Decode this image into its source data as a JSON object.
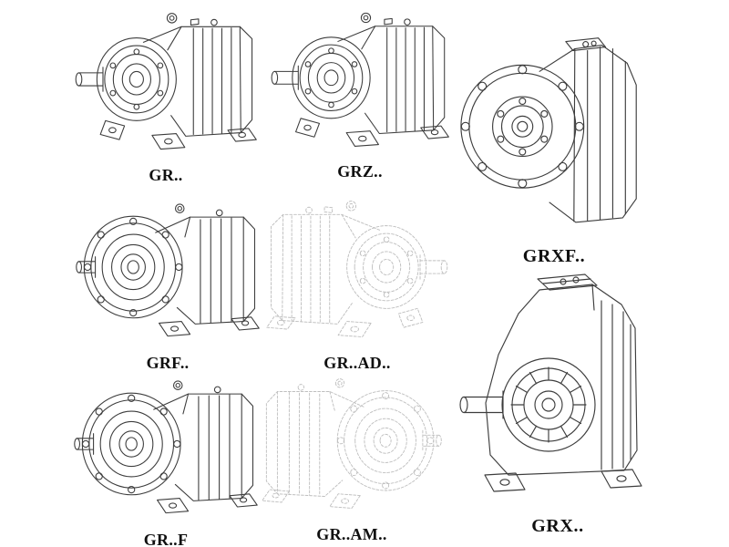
{
  "page": {
    "background": "#ffffff"
  },
  "colors": {
    "line": "#3d3d3d",
    "ghost_line": "#bfbfbf",
    "label": "#101010"
  },
  "figures": [
    {
      "label": "GR..",
      "rendering": "solid"
    },
    {
      "label": "GRZ..",
      "rendering": "solid"
    },
    {
      "label": "GRXF..",
      "rendering": "solid"
    },
    {
      "label": "GRF..",
      "rendering": "solid"
    },
    {
      "label": "GR..AD..",
      "rendering": "light-dashed"
    },
    {
      "label": "GR..F",
      "rendering": "solid"
    },
    {
      "label": "GR..AM..",
      "rendering": "light-dashed"
    },
    {
      "label": "GRX..",
      "rendering": "solid"
    }
  ]
}
